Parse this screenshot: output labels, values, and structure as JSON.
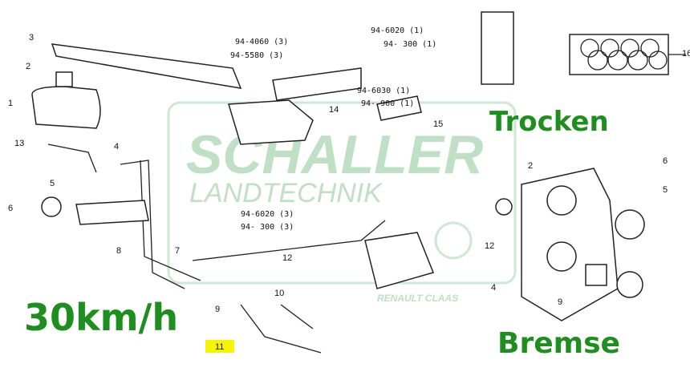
{
  "watermark": {
    "brand_line1": "SCHALLER",
    "brand_line2": "LANDTECHNIK",
    "tractor_brand": "RENAULT CLAAS"
  },
  "callouts_left": [
    "3",
    "2",
    "1",
    "13",
    "4",
    "5",
    "6",
    "8",
    "7",
    "9",
    "10",
    "11",
    "12",
    "14",
    "15",
    "16"
  ],
  "callouts_right": [
    "2",
    "6",
    "5",
    "12",
    "9",
    "4"
  ],
  "part_refs": [
    "94-4060 (3)",
    "94-5580 (3)",
    "94-6020 (1)",
    "94- 300 (1)",
    "94-6030 (1)",
    "94- 900 (1)",
    "94-6020 (3)",
    "94- 300 (3)"
  ],
  "annotations": {
    "top_right": "Trocken",
    "left": "30km/h",
    "bottom_right": "Bremse"
  },
  "highlight_color": "#f5f500",
  "annotation_color": "#1e8f1e"
}
